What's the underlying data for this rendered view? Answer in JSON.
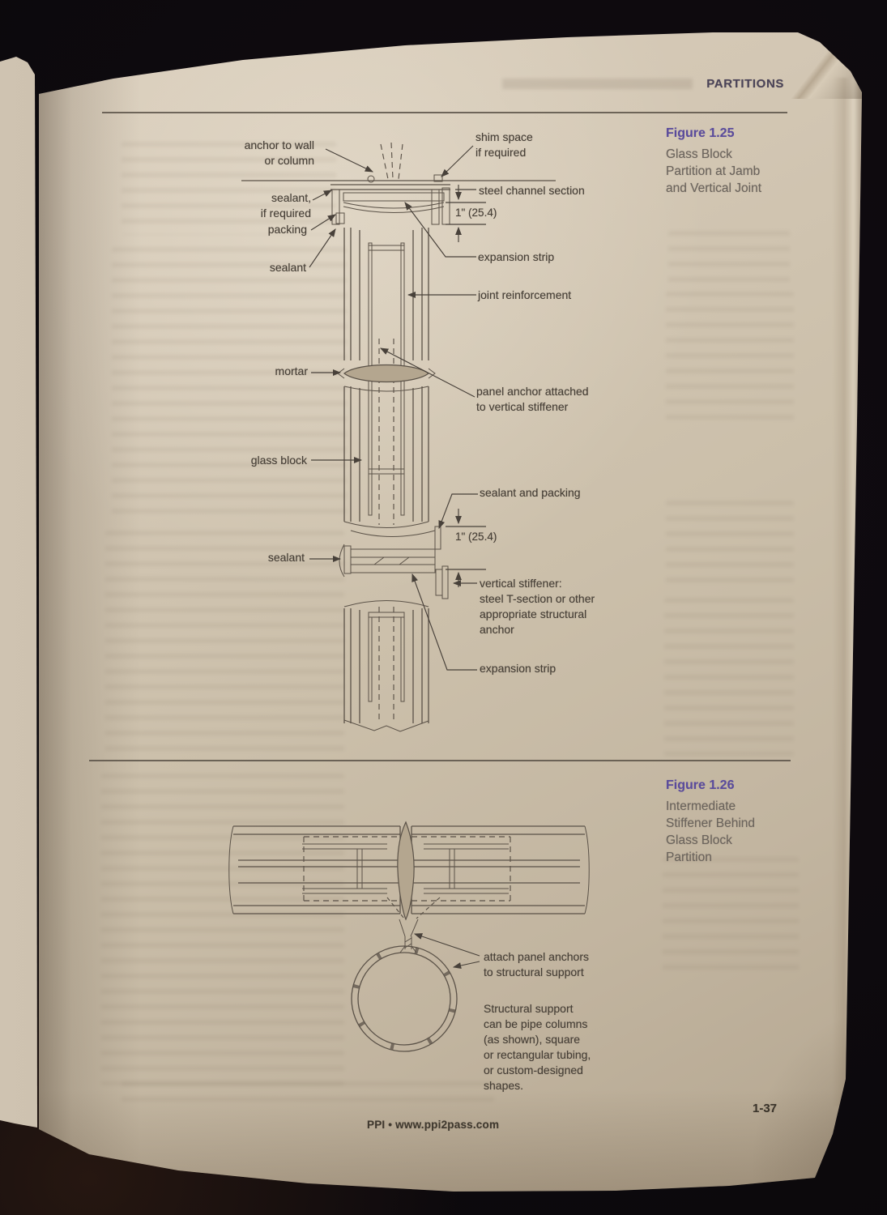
{
  "colors": {
    "page_paper": "#cfc3ae",
    "accent_purple": "#5a4b9c",
    "running_head": "#4a4358",
    "caption_gray": "#6b645d",
    "line_ink": "#5b5248",
    "label_ink": "#453e36"
  },
  "header": {
    "running_head": "PARTITIONS"
  },
  "footer": {
    "imprint": "PPI • www.ppi2pass.com",
    "page_number": "1-37"
  },
  "figure_1_25": {
    "label": "Figure 1.25",
    "caption": "Glass Block\nPartition at Jamb\nand Vertical Joint",
    "annotations": {
      "anchor_to_wall": "anchor to wall\nor column",
      "shim_space": "shim space\nif required",
      "steel_channel": "steel channel section",
      "dim_top": "1\" (25.4)",
      "sealant_if_required": "sealant,\nif required",
      "packing": "packing",
      "sealant_top": "sealant",
      "expansion_strip_top": "expansion strip",
      "joint_reinforcement": "joint reinforcement",
      "mortar": "mortar",
      "panel_anchor": "panel anchor attached\nto vertical stiffener",
      "glass_block": "glass block",
      "sealant_and_packing": "sealant and packing",
      "dim_mid": "1\" (25.4)",
      "sealant_mid": "sealant",
      "vertical_stiffener": "vertical stiffener:\nsteel T-section or other\nappropriate structural\nanchor",
      "expansion_strip_bottom": "expansion strip"
    }
  },
  "figure_1_26": {
    "label": "Figure 1.26",
    "caption": "Intermediate\nStiffener Behind\nGlass Block\nPartition",
    "annotations": {
      "attach_panel_anchors": "attach panel anchors\nto structural support",
      "structural_support_note": "Structural support\ncan be pipe columns\n(as shown), square\nor rectangular tubing,\nor custom-designed\nshapes."
    }
  }
}
